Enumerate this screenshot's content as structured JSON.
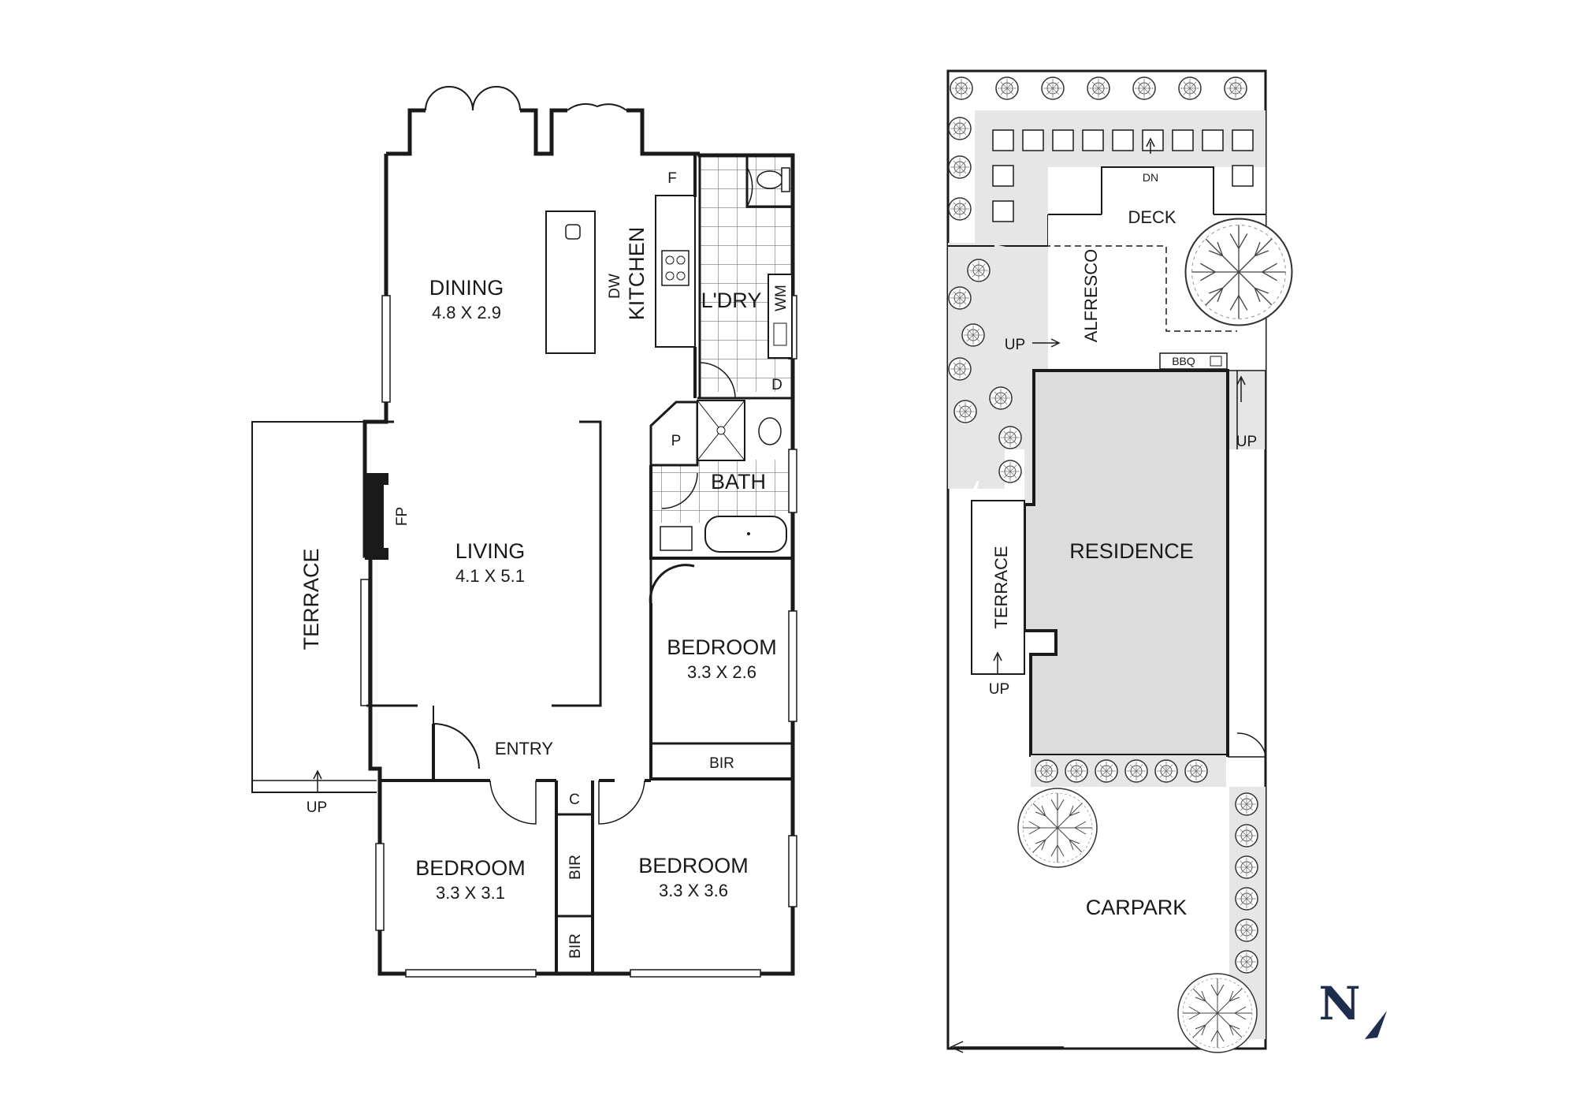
{
  "floor_plan": {
    "rooms": {
      "dining": {
        "name": "DINING",
        "size": "4.8 X 2.9"
      },
      "kitchen": {
        "name": "KITCHEN"
      },
      "laundry": {
        "name": "L'DRY"
      },
      "living": {
        "name": "LIVING",
        "size": "4.1 X 5.1"
      },
      "bath": {
        "name": "BATH"
      },
      "terrace": {
        "name": "TERRACE"
      },
      "bedroom_east": {
        "name": "BEDROOM",
        "size": "3.3 X 2.6"
      },
      "entry": {
        "name": "ENTRY"
      },
      "bedroom_sw": {
        "name": "BEDROOM",
        "size": "3.3 X 3.1"
      },
      "bedroom_se": {
        "name": "BEDROOM",
        "size": "3.3 X 3.6"
      }
    },
    "fixtures": {
      "fridge": "F",
      "dishwasher": "DW",
      "washing_machine": "WM",
      "dryer": "D",
      "pantry": "P",
      "fireplace": "FP",
      "bir": "BIR",
      "cupboard": "C",
      "up": "UP"
    }
  },
  "site_plan": {
    "deck": "DECK",
    "down": "DN",
    "alfresco": "ALFRESCO",
    "bbq": "BBQ",
    "up": "UP",
    "residence": "RESIDENCE",
    "terrace": "TERRACE",
    "carpark": "CARPARK"
  },
  "compass": {
    "letter": "N"
  },
  "colors": {
    "wall": "#1a1a1a",
    "paving": "#e6e6e6",
    "residence": "#dcdcdc",
    "north_arrow": "#1f2d4d"
  }
}
